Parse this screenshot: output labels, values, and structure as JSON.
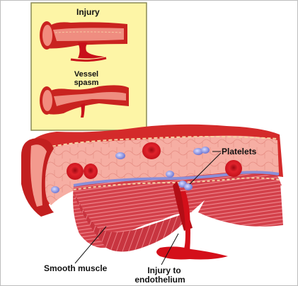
{
  "inset": {
    "label_top": "Injury",
    "label_bottom_line1": "Vessel",
    "label_bottom_line2": "spasm",
    "bg_color": "#fdf5a6"
  },
  "labels": {
    "platelets": "Platelets",
    "smooth_muscle": "Smooth muscle",
    "injury_line1": "Injury to",
    "injury_line2": "endothelium"
  },
  "colors": {
    "vessel_wall": "#d42a2a",
    "vessel_inner": "#f4a39a",
    "blood": "#d40f1a",
    "platelet": "#8f97e6",
    "muscle": "#cf3a45",
    "endothelium_edge": "#f6d2a4"
  }
}
